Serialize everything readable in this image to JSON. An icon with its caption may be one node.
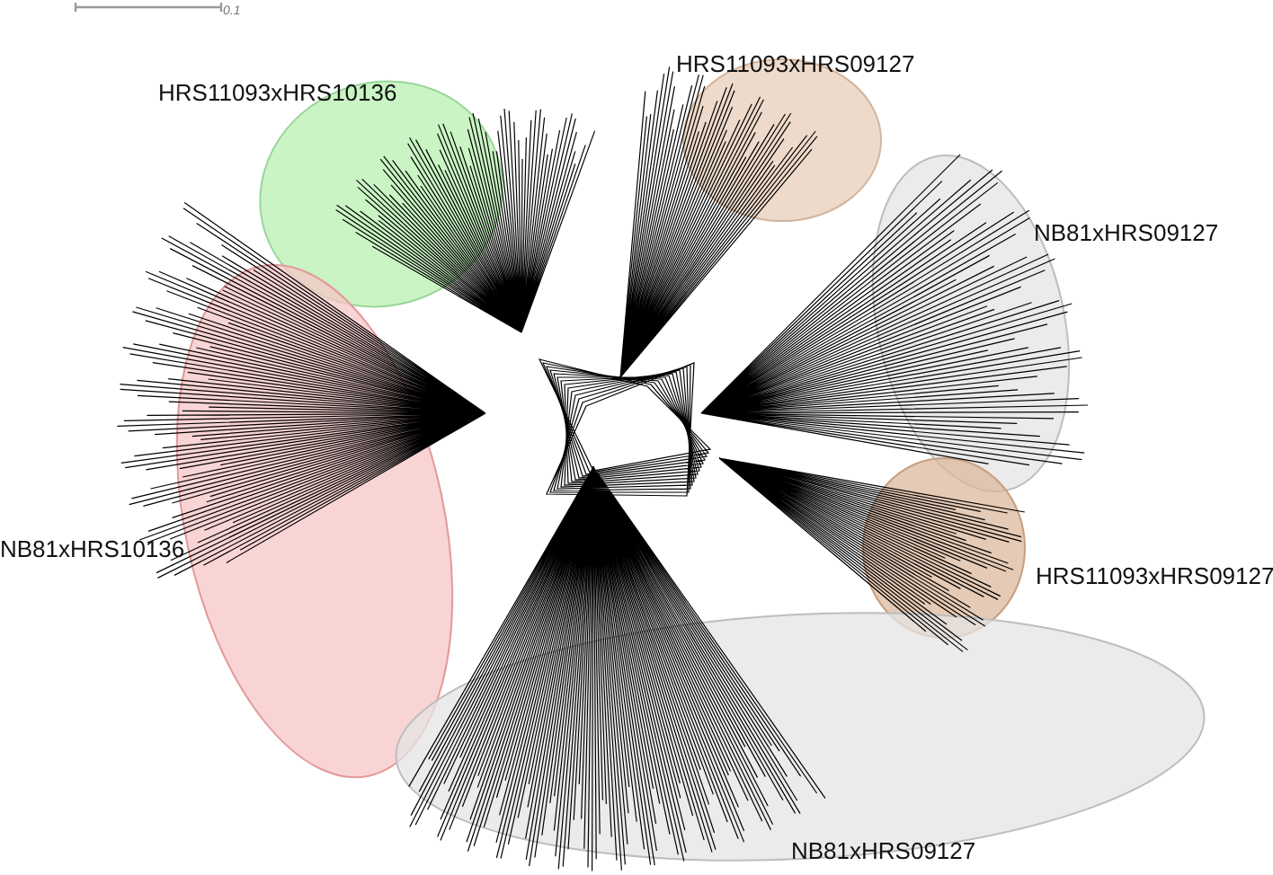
{
  "diagram": {
    "labels": [
      "0.1",
      "HRS11093xHRS10136",
      "HRS11093xHRS09127",
      "NB81xHRS09127",
      "NB81xHRS10136",
      "HRS11093xHRS09127",
      "NB81xHRS09127"
    ]
  }
}
